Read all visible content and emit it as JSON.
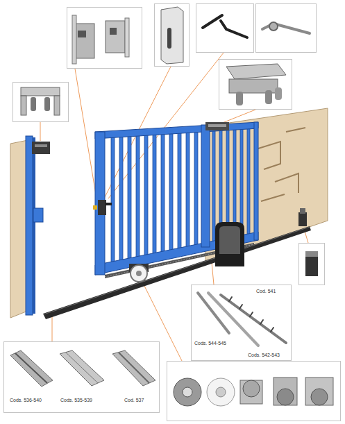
{
  "diagram": {
    "nodes": [
      {
        "text": [
          "Cod. 541",
          "Cods. 544-545",
          "Cods. 542-543"
        ]
      },
      {
        "text": [
          "Cods. 536-540",
          "Cods. 535-539",
          "Cod. 537"
        ]
      }
    ]
  }
}
